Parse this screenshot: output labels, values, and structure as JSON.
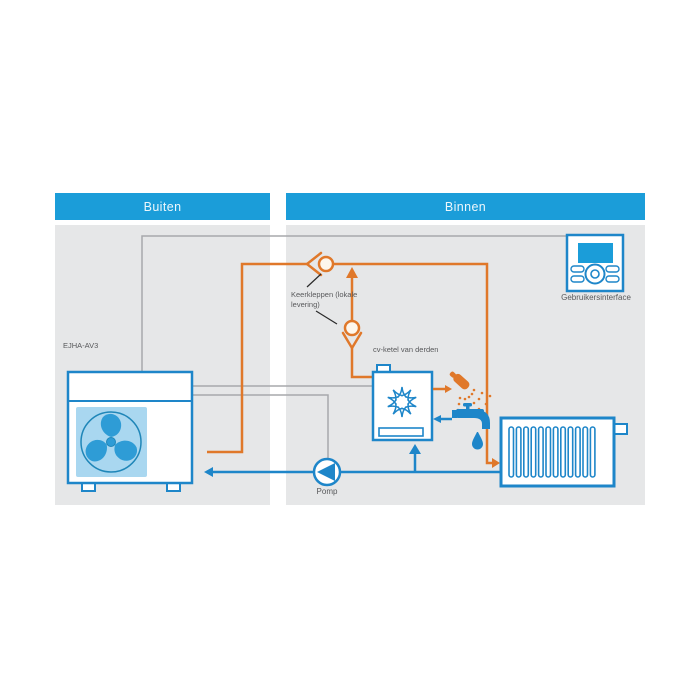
{
  "headers": {
    "outside": "Buiten",
    "inside": "Binnen"
  },
  "components": {
    "heat_pump": {
      "label": "EJHA-AV3"
    },
    "check_valves": {
      "label": "Keerkleppen (lokale\nlevering)"
    },
    "boiler": {
      "label": "cv-ketel van derden"
    },
    "pump": {
      "label": "Pomp"
    },
    "user_interface": {
      "label": "Gebruikersinterface"
    }
  },
  "icons": [
    "fan-icon",
    "flame-burst-icon",
    "shower-icon",
    "tap-icon",
    "water-drop-icon",
    "pump-icon",
    "check-valve-icon",
    "radiator-icon",
    "thermostat-icon",
    "flow-arrow-icon"
  ],
  "colors": {
    "header_blue": "#1B9DD9",
    "line_blue": "#1E86C9",
    "fan_blue": "#2E9CD6",
    "light_blue_panel": "#A9D7F0",
    "orange": "#E0782A",
    "panel_gray": "#E6E7E8",
    "wire_gray": "#A7A9AC",
    "text_gray": "#58595B",
    "valve_fill": "#FDF6EC"
  }
}
